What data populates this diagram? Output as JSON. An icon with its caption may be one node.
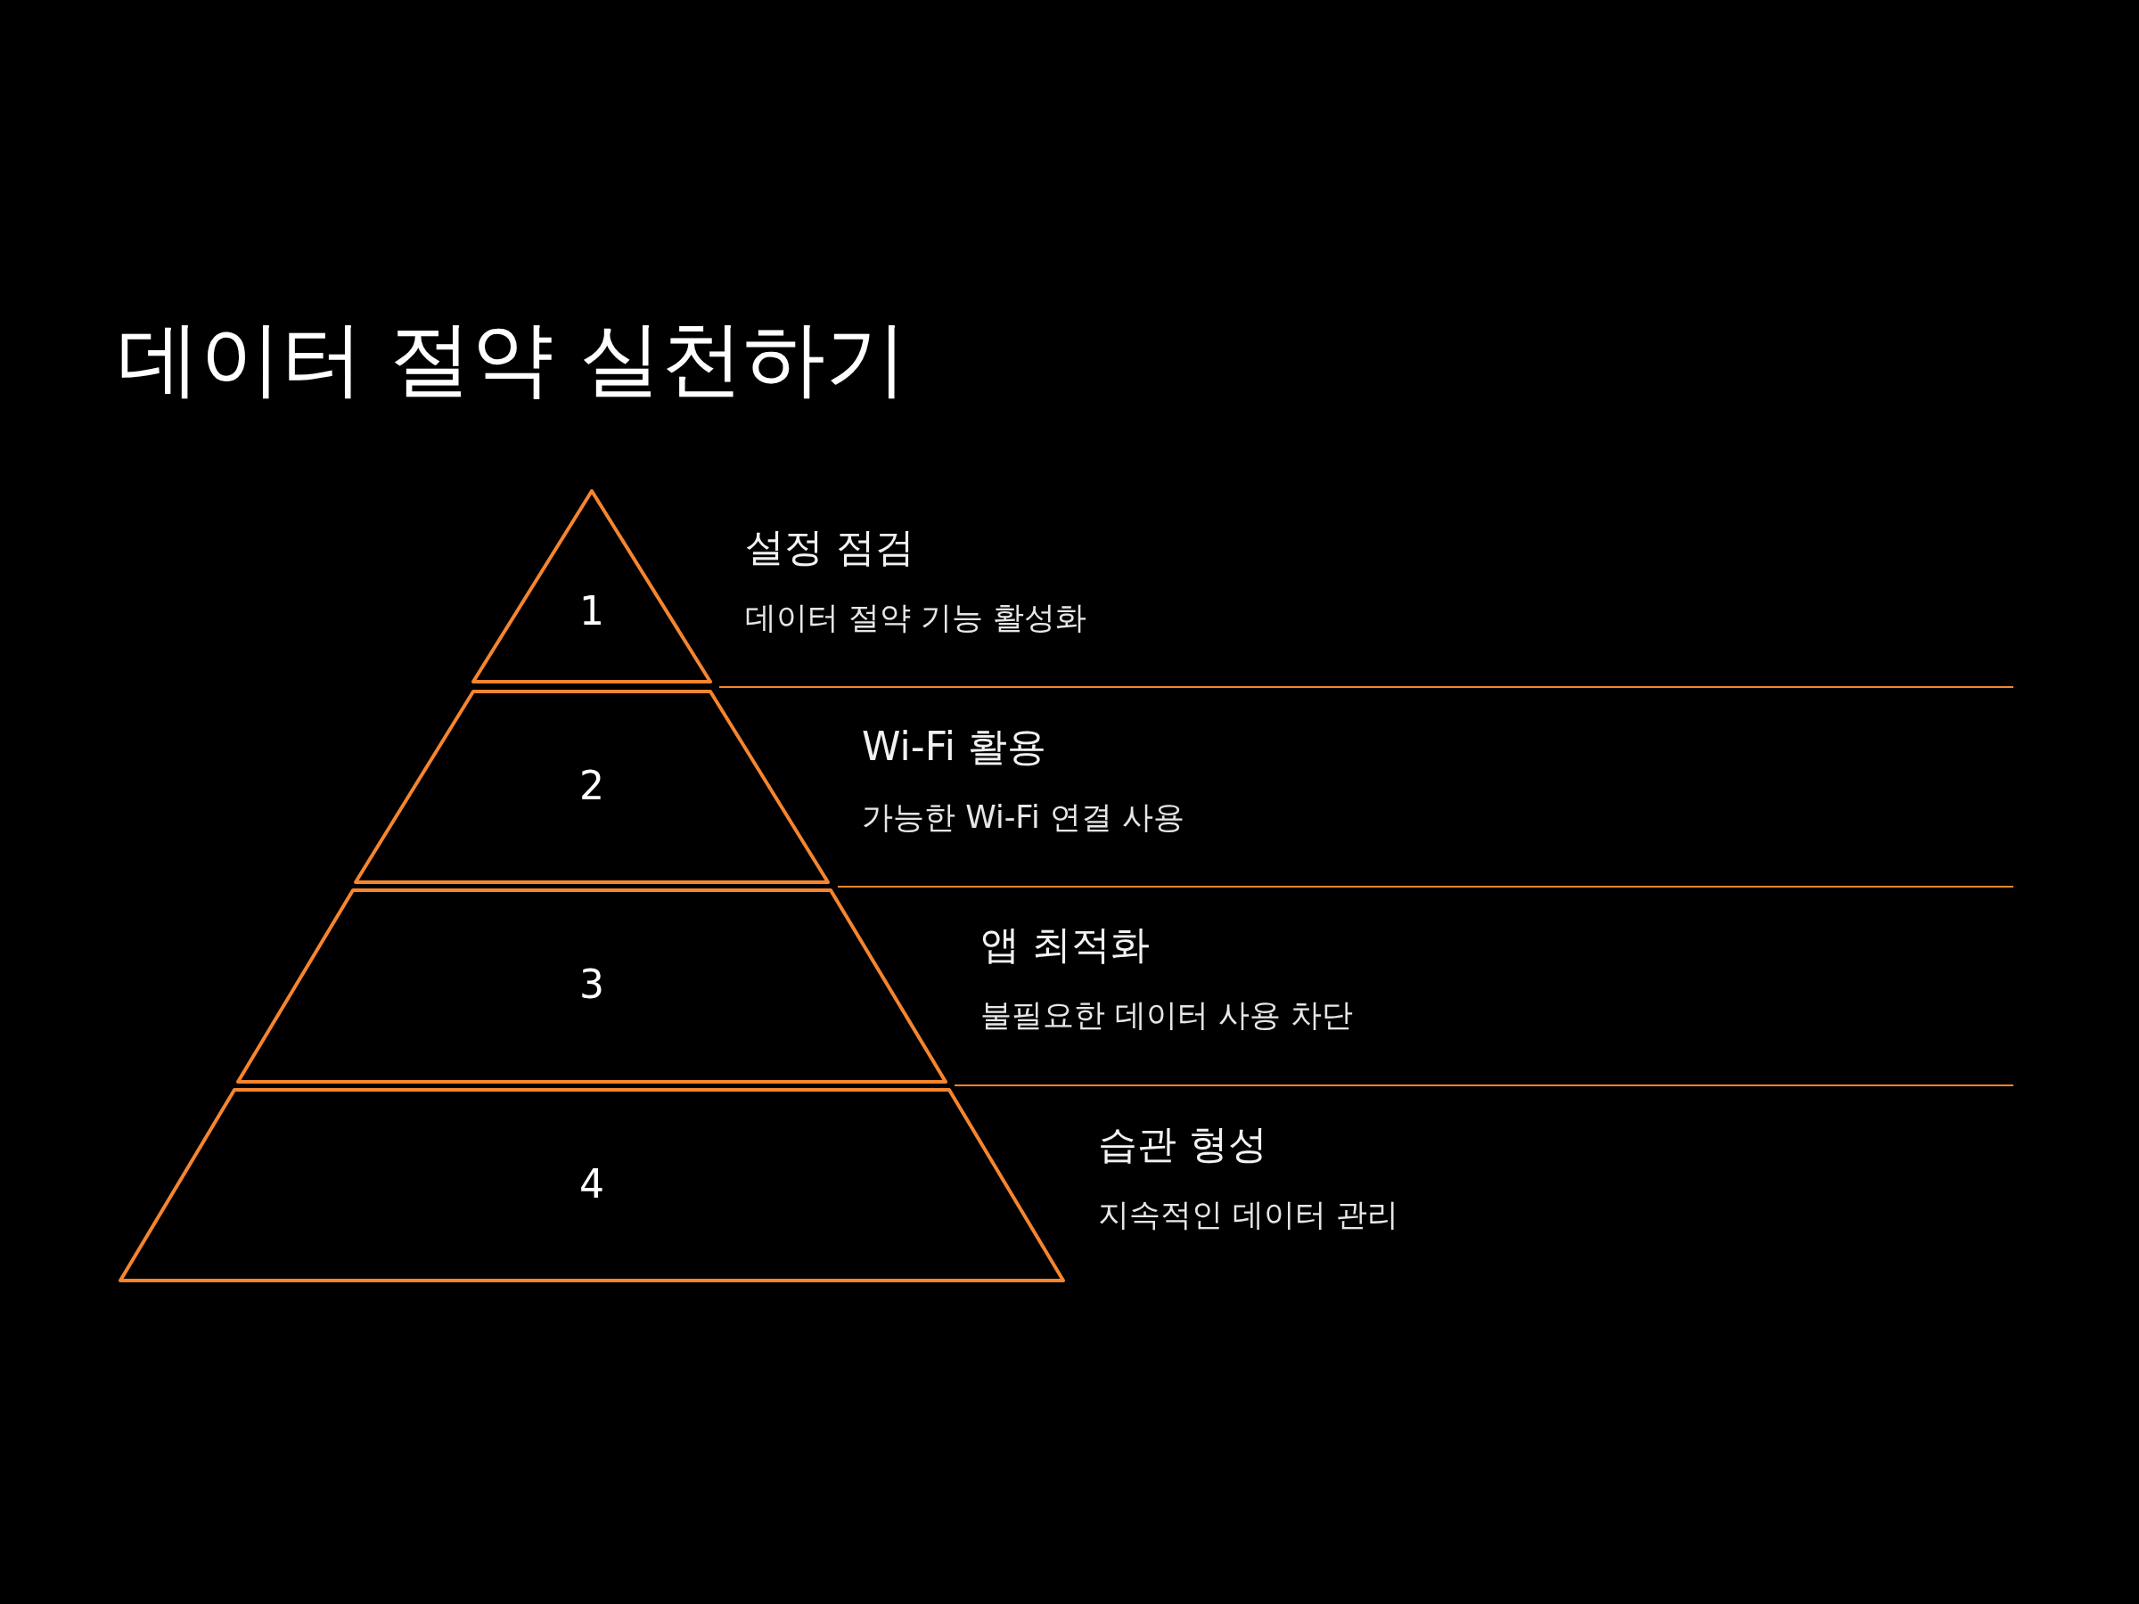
{
  "diagram": {
    "title": "데이터 절약 실천하기",
    "nodes": [
      {
        "text": [
          "1"
        ],
        "beside": [
          "설정 점검",
          "데이터 절약 기능 활성화"
        ]
      },
      {
        "text": [
          "2"
        ],
        "beside": [
          "Wi-Fi 활용",
          "가능한 Wi-Fi 연결 사용"
        ]
      },
      {
        "text": [
          "3"
        ],
        "beside": [
          "앱 최적화",
          "불필요한 데이터 사용 차단"
        ]
      },
      {
        "text": [
          "4"
        ],
        "beside": [
          "습관 형성",
          "지속적인 데이터 관리"
        ]
      }
    ]
  }
}
